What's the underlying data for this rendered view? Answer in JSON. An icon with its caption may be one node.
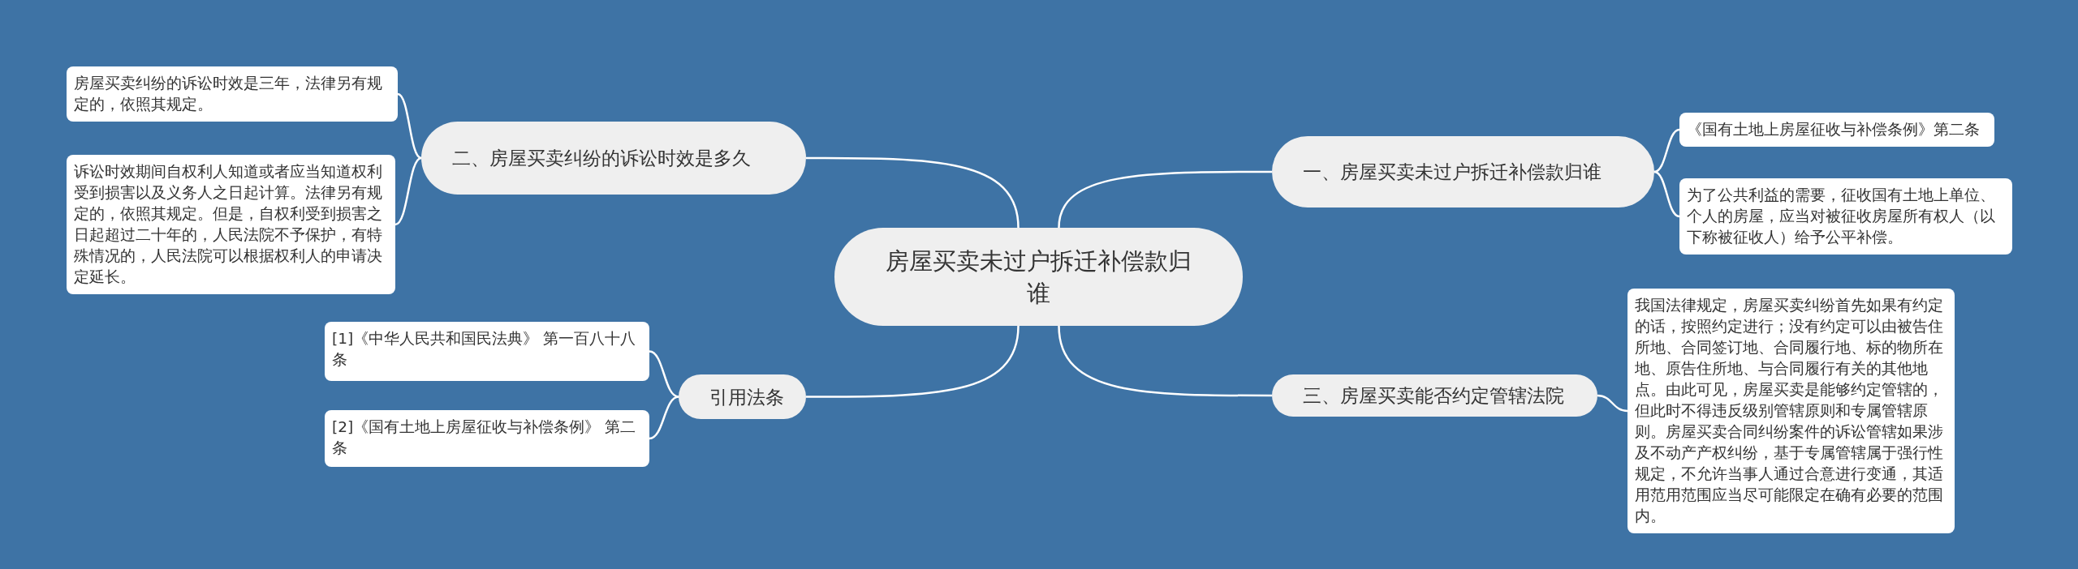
{
  "diagram": {
    "nodes": [
      {
        "text": [
          "房屋买卖未过户拆迁补偿款归谁"
        ]
      },
      {
        "text": [
          "二、房屋买卖纠纷的诉讼时效是多久"
        ]
      },
      {
        "text": [
          "房屋买卖纠纷的诉讼时效是三年，法律另有规定的，依照其规定。"
        ]
      },
      {
        "text": [
          "诉讼时效期间自权利人知道或者应当知道权利受到损害以及义务人之日起计算。法律另有规定的，依照其规定。但是，自权利受到损害之日起超过二十年的，人民法院不予保护，有特殊情况的，人民法院可以根据权利人的申请决定延长。"
        ]
      },
      {
        "text": [
          "引用法条"
        ]
      },
      {
        "text": [
          "[1]《中华人民共和国民法典》 第一百八十八条"
        ]
      },
      {
        "text": [
          "[2]《国有土地上房屋征收与补偿条例》 第二条"
        ]
      },
      {
        "text": [
          "一、房屋买卖未过户拆迁补偿款归谁"
        ]
      },
      {
        "text": [
          "《国有土地上房屋征收与补偿条例》第二条"
        ]
      },
      {
        "text": [
          "为了公共利益的需要，征收国有土地上单位、个人的房屋，应当对被征收房屋所有权人（以下称被征收人）给予公平补偿。"
        ]
      },
      {
        "text": [
          "三、房屋买卖能否约定管辖法院"
        ]
      },
      {
        "text": [
          "我国法律规定，房屋买卖纠纷首先如果有约定的话，按照约定进行；没有约定可以由被告住所地、合同签订地、合同履行地、标的物所在地、原告住所地、与合同履行有关的其他地点。由此可见，房屋买卖是能够约定管辖的，但此时不得违反级别管辖原则和专属管辖原则。房屋买卖合同纠纷案件的诉讼管辖如果涉及不动产产权纠纷，基于专属管辖属于强行性规定，不允许当事人通过合意进行变通，其适用范用范围应当尽可能限定在确有必要的范围内。"
        ]
      }
    ],
    "edges": [
      {
        "from": 0,
        "to": 1,
        "arrow": "none"
      },
      {
        "from": 1,
        "to": 2,
        "arrow": "none"
      },
      {
        "from": 1,
        "to": 3,
        "arrow": "none"
      },
      {
        "from": 0,
        "to": 4,
        "arrow": "none"
      },
      {
        "from": 4,
        "to": 5,
        "arrow": "none"
      },
      {
        "from": 4,
        "to": 6,
        "arrow": "none"
      },
      {
        "from": 0,
        "to": 7,
        "arrow": "none"
      },
      {
        "from": 7,
        "to": 8,
        "arrow": "none"
      },
      {
        "from": 7,
        "to": 9,
        "arrow": "none"
      },
      {
        "from": 0,
        "to": 10,
        "arrow": "none"
      },
      {
        "from": 10,
        "to": 11,
        "arrow": "none"
      }
    ]
  }
}
